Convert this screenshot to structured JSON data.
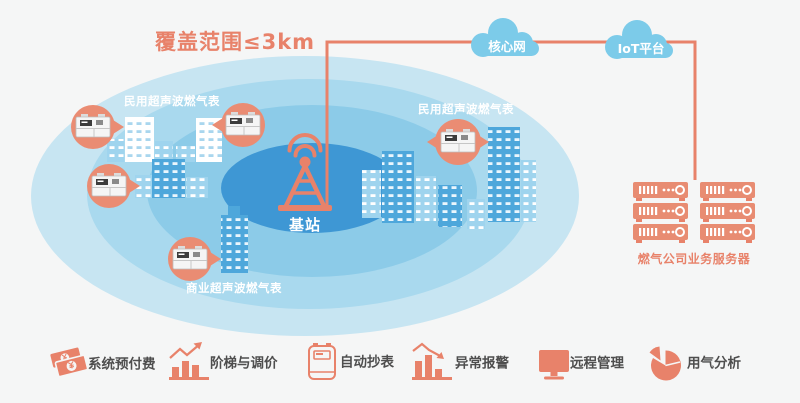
{
  "title": "覆盖范围≤3km",
  "network": {
    "core_cloud": "核心网",
    "iot_cloud": "IoT平台"
  },
  "base_station": {
    "label": "基站"
  },
  "meters": {
    "residential_left": "民用超声波燃气表",
    "residential_right": "民用超声波燃气表",
    "commercial": "商业超声波燃气表"
  },
  "server": {
    "label": "燃气公司业务服务器"
  },
  "features": [
    {
      "label": "系统预付费",
      "icon": "banknote-icon"
    },
    {
      "label": "阶梯与调价",
      "icon": "bar-chart-up-icon"
    },
    {
      "label": "自动抄表",
      "icon": "gas-meter-icon"
    },
    {
      "label": "异常报警",
      "icon": "bar-chart-down-icon"
    },
    {
      "label": "远程管理",
      "icon": "monitor-icon"
    },
    {
      "label": "用气分析",
      "icon": "pie-chart-icon"
    }
  ],
  "colors": {
    "background": "#f5f6f6",
    "accent": "#e8826a",
    "circle_fill": "#ea8c73",
    "server_fill": "#e88c72",
    "cloud_blue": "#7ccbe9",
    "ring_outer": "#c7e5f2",
    "ring_mid": "#a9d9ee",
    "ring_inner": "#8ccbe8",
    "center_ellipse": "#3e97d4",
    "building_blue": "#4ea7db",
    "building_light": "#9fd4ee",
    "feature_text": "#4e4e4e"
  }
}
